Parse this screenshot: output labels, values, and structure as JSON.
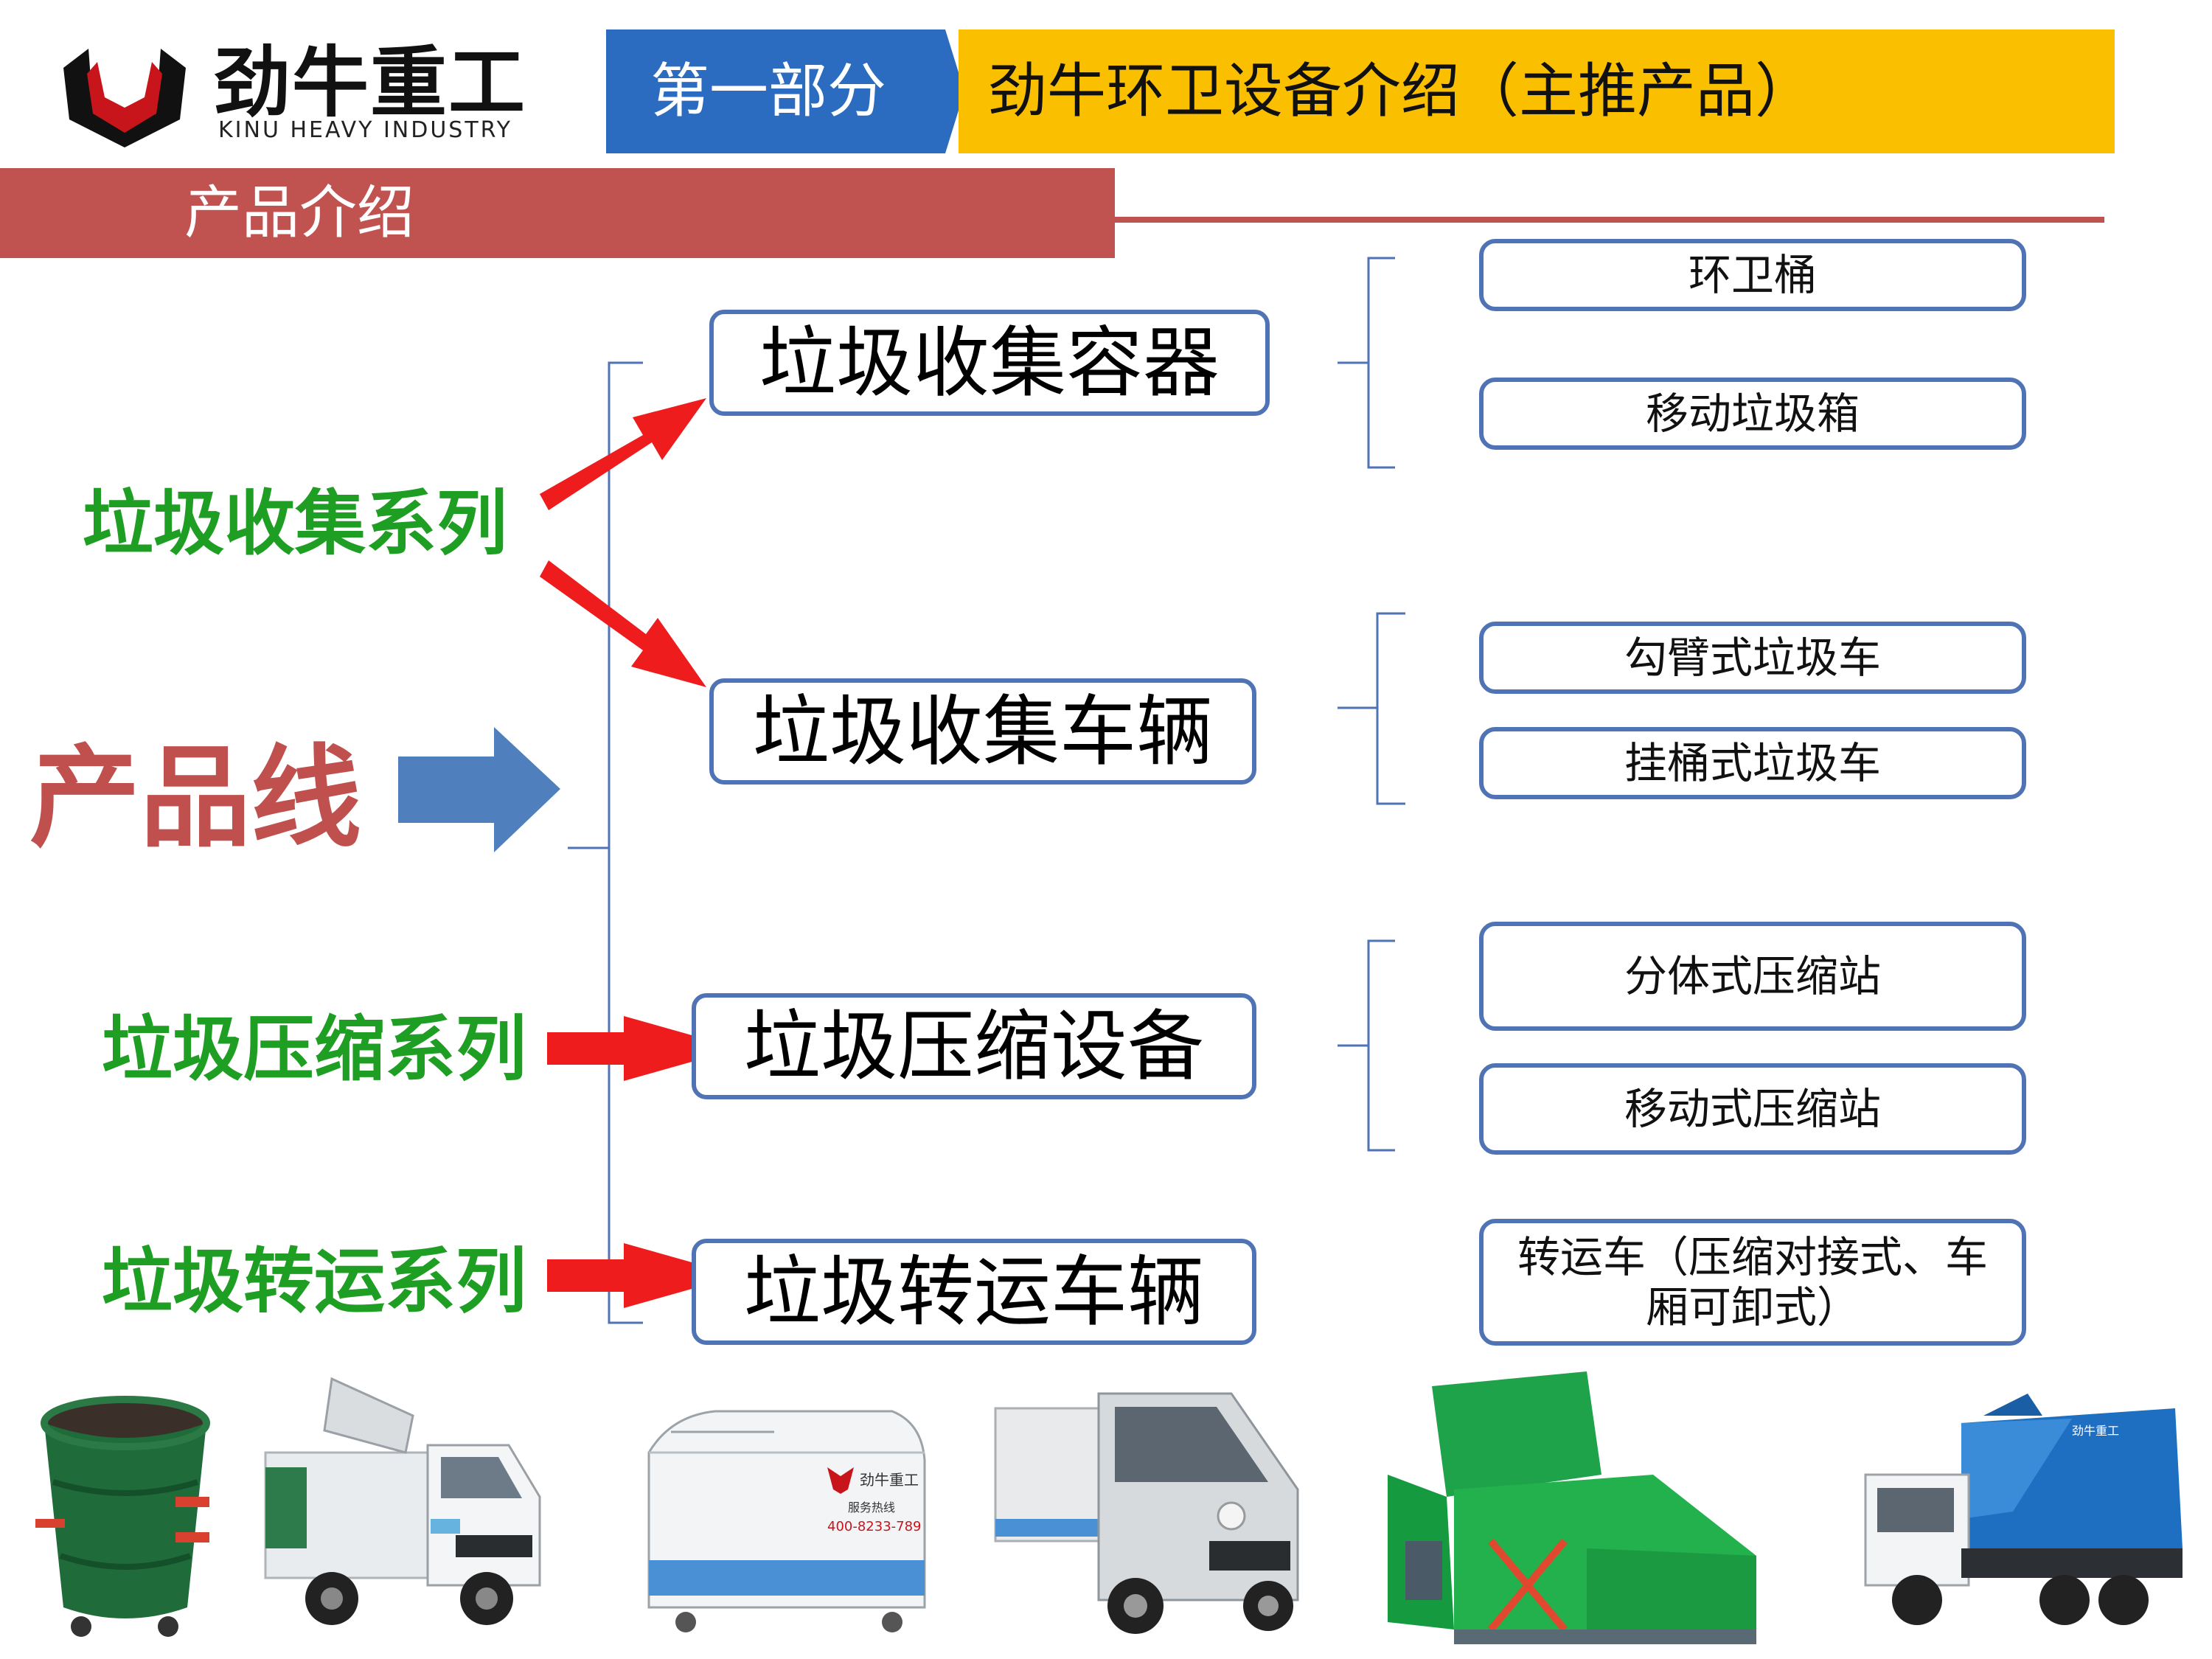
{
  "header": {
    "logo_cn": "劲牛重工",
    "logo_en": "KINU HEAVY INDUSTRY",
    "section_label": "第一部分",
    "section_title": "劲牛环卫设备介绍（主推产品）",
    "page_title": "产品介绍"
  },
  "diagram": {
    "product_line_label": "产品线",
    "series": {
      "collect": "垃圾收集系列",
      "compress": "垃圾压缩系列",
      "transfer": "垃圾转运系列"
    },
    "categories": {
      "container": "垃圾收集容器",
      "vehicle": "垃圾收集车辆",
      "compress": "垃圾压缩设备",
      "transfer": "垃圾转运车辆"
    },
    "products": {
      "bin": "环卫桶",
      "mobile_box": "移动垃圾箱",
      "hook_arm": "勾臂式垃圾车",
      "hang_bucket": "挂桶式垃圾车",
      "split_station": "分体式压缩站",
      "mobile_station": "移动式压缩站",
      "transfer_truck": "转运车（压缩对接式、车厢可卸式）"
    }
  },
  "photos": {
    "box_brand": "劲牛重工",
    "box_service": "服务热线",
    "box_phone": "400-8233-789",
    "truck_brand": "劲牛重工"
  },
  "colors": {
    "accent_blue": "#2c6cc0",
    "accent_yellow": "#fac000",
    "band_red": "#c05350",
    "series_green": "#1e9e23",
    "box_border": "#4f73b4",
    "arrow_red": "#ee1c1c",
    "arrow_blue": "#4f80bd"
  }
}
